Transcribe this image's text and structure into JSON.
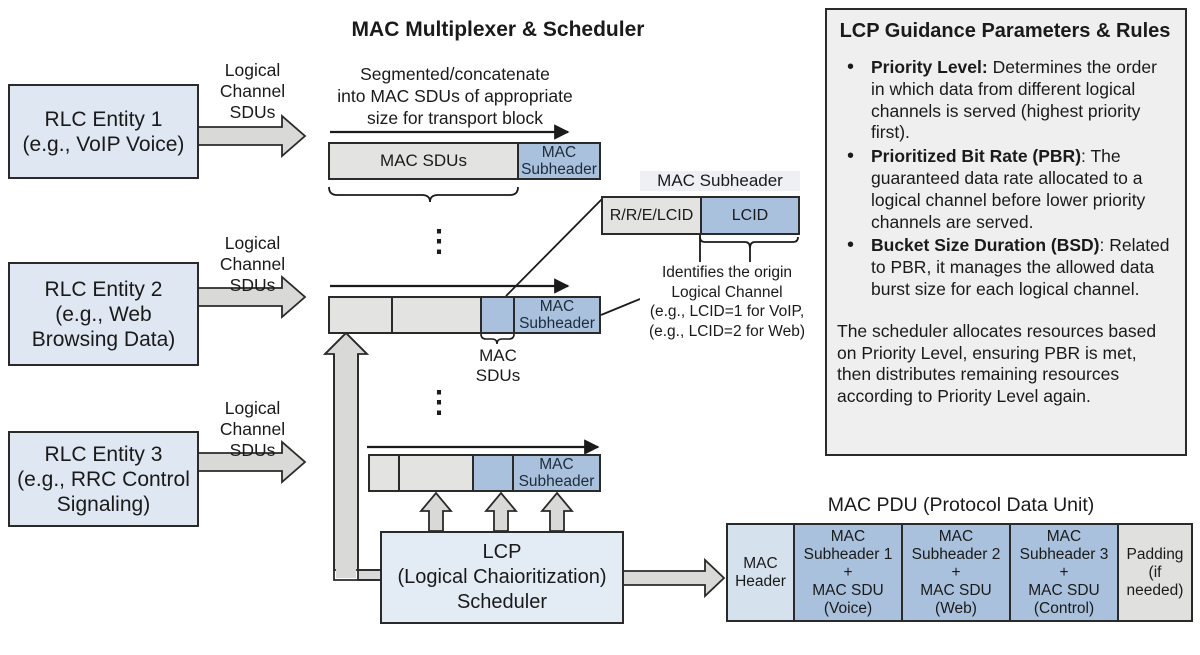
{
  "rlc_entities": [
    {
      "name": "RLC Entity 1",
      "example": "(e.g., VoIP Voice)"
    },
    {
      "name": "RLC Entity 2",
      "example_lines": [
        "(e.g., Web",
        "Browsing Data)"
      ]
    },
    {
      "name": "RLC Entity 3",
      "example_lines": [
        "(e.g., RRC Control",
        "Signaling)"
      ]
    }
  ],
  "channel_label": [
    "Logical",
    "Channel",
    "SDUs"
  ],
  "mac_block": {
    "title": "MAC Multiplexer & Scheduler",
    "segment_note": [
      "Segmented/concatenate",
      "into MAC SDUs of appropriate",
      "size for transport block"
    ],
    "row1": {
      "sdus_label": "MAC SDUs",
      "subheader_label": [
        "MAC",
        "Subheader"
      ]
    },
    "row2": {
      "subheader_label": [
        "MAC",
        "Subheader"
      ],
      "brace_label": [
        "MAC",
        "SDUs"
      ]
    },
    "row3": {
      "subheader_label": [
        "MAC",
        "Subheader"
      ]
    },
    "ellipsis": "⋮",
    "scheduler": [
      "LCP",
      "(Logical Chaioritization)",
      "Scheduler"
    ]
  },
  "subheader_detail": {
    "title": "MAC Subheader",
    "fields": [
      "R/R/E/LCID",
      "LCID"
    ],
    "note": [
      "Identifies the origin",
      "Logical Channel",
      "(e.g., LCID=1 for VoIP,",
      "(e.g., LCID=2 for Web)"
    ]
  },
  "guidance": {
    "title": "LCP Guidance Parameters & Rules",
    "rules": [
      {
        "term": "Priority Level:",
        "text": " Determines the order in which data from different logical channels is served (highest priority first)."
      },
      {
        "term": "Prioritized Bit Rate (PBR)",
        "text": ": The guaranteed data rate allocated to a logical channel before lower priority channels are served."
      },
      {
        "term": "Bucket Size Duration (BSD)",
        "text": ": Related to PBR, it manages the allowed data burst size for each logical channel."
      }
    ],
    "summary": "The scheduler allocates resources based on Priority Level, ensuring PBR is met, then distributes remaining resources according to Priority Level again."
  },
  "pdu": {
    "title": "MAC PDU (Protocol Data Unit)",
    "cells": [
      {
        "lines": [
          "MAC",
          "Header"
        ]
      },
      {
        "lines": [
          "MAC",
          "Subheader 1",
          "+",
          "MAC SDU",
          "(Voice)"
        ]
      },
      {
        "lines": [
          "MAC",
          "Subheader 2",
          "+",
          "MAC SDU",
          "(Web)"
        ]
      },
      {
        "lines": [
          "MAC",
          "Subheader 3",
          "+",
          "MAC SDU",
          "(Control)"
        ]
      },
      {
        "lines": [
          "Padding",
          "(if",
          "needed)"
        ]
      }
    ]
  },
  "colors": {
    "rlc_fill": "#dfe7f2",
    "mac_fill": "#e3ebf5",
    "sdu_gray": "#e3e3e2",
    "subheader_blue": "#a9c1dd",
    "header_light_blue": "#d6e1ee",
    "guidance_fill": "#efefef",
    "outline": "#2a2a2a"
  }
}
